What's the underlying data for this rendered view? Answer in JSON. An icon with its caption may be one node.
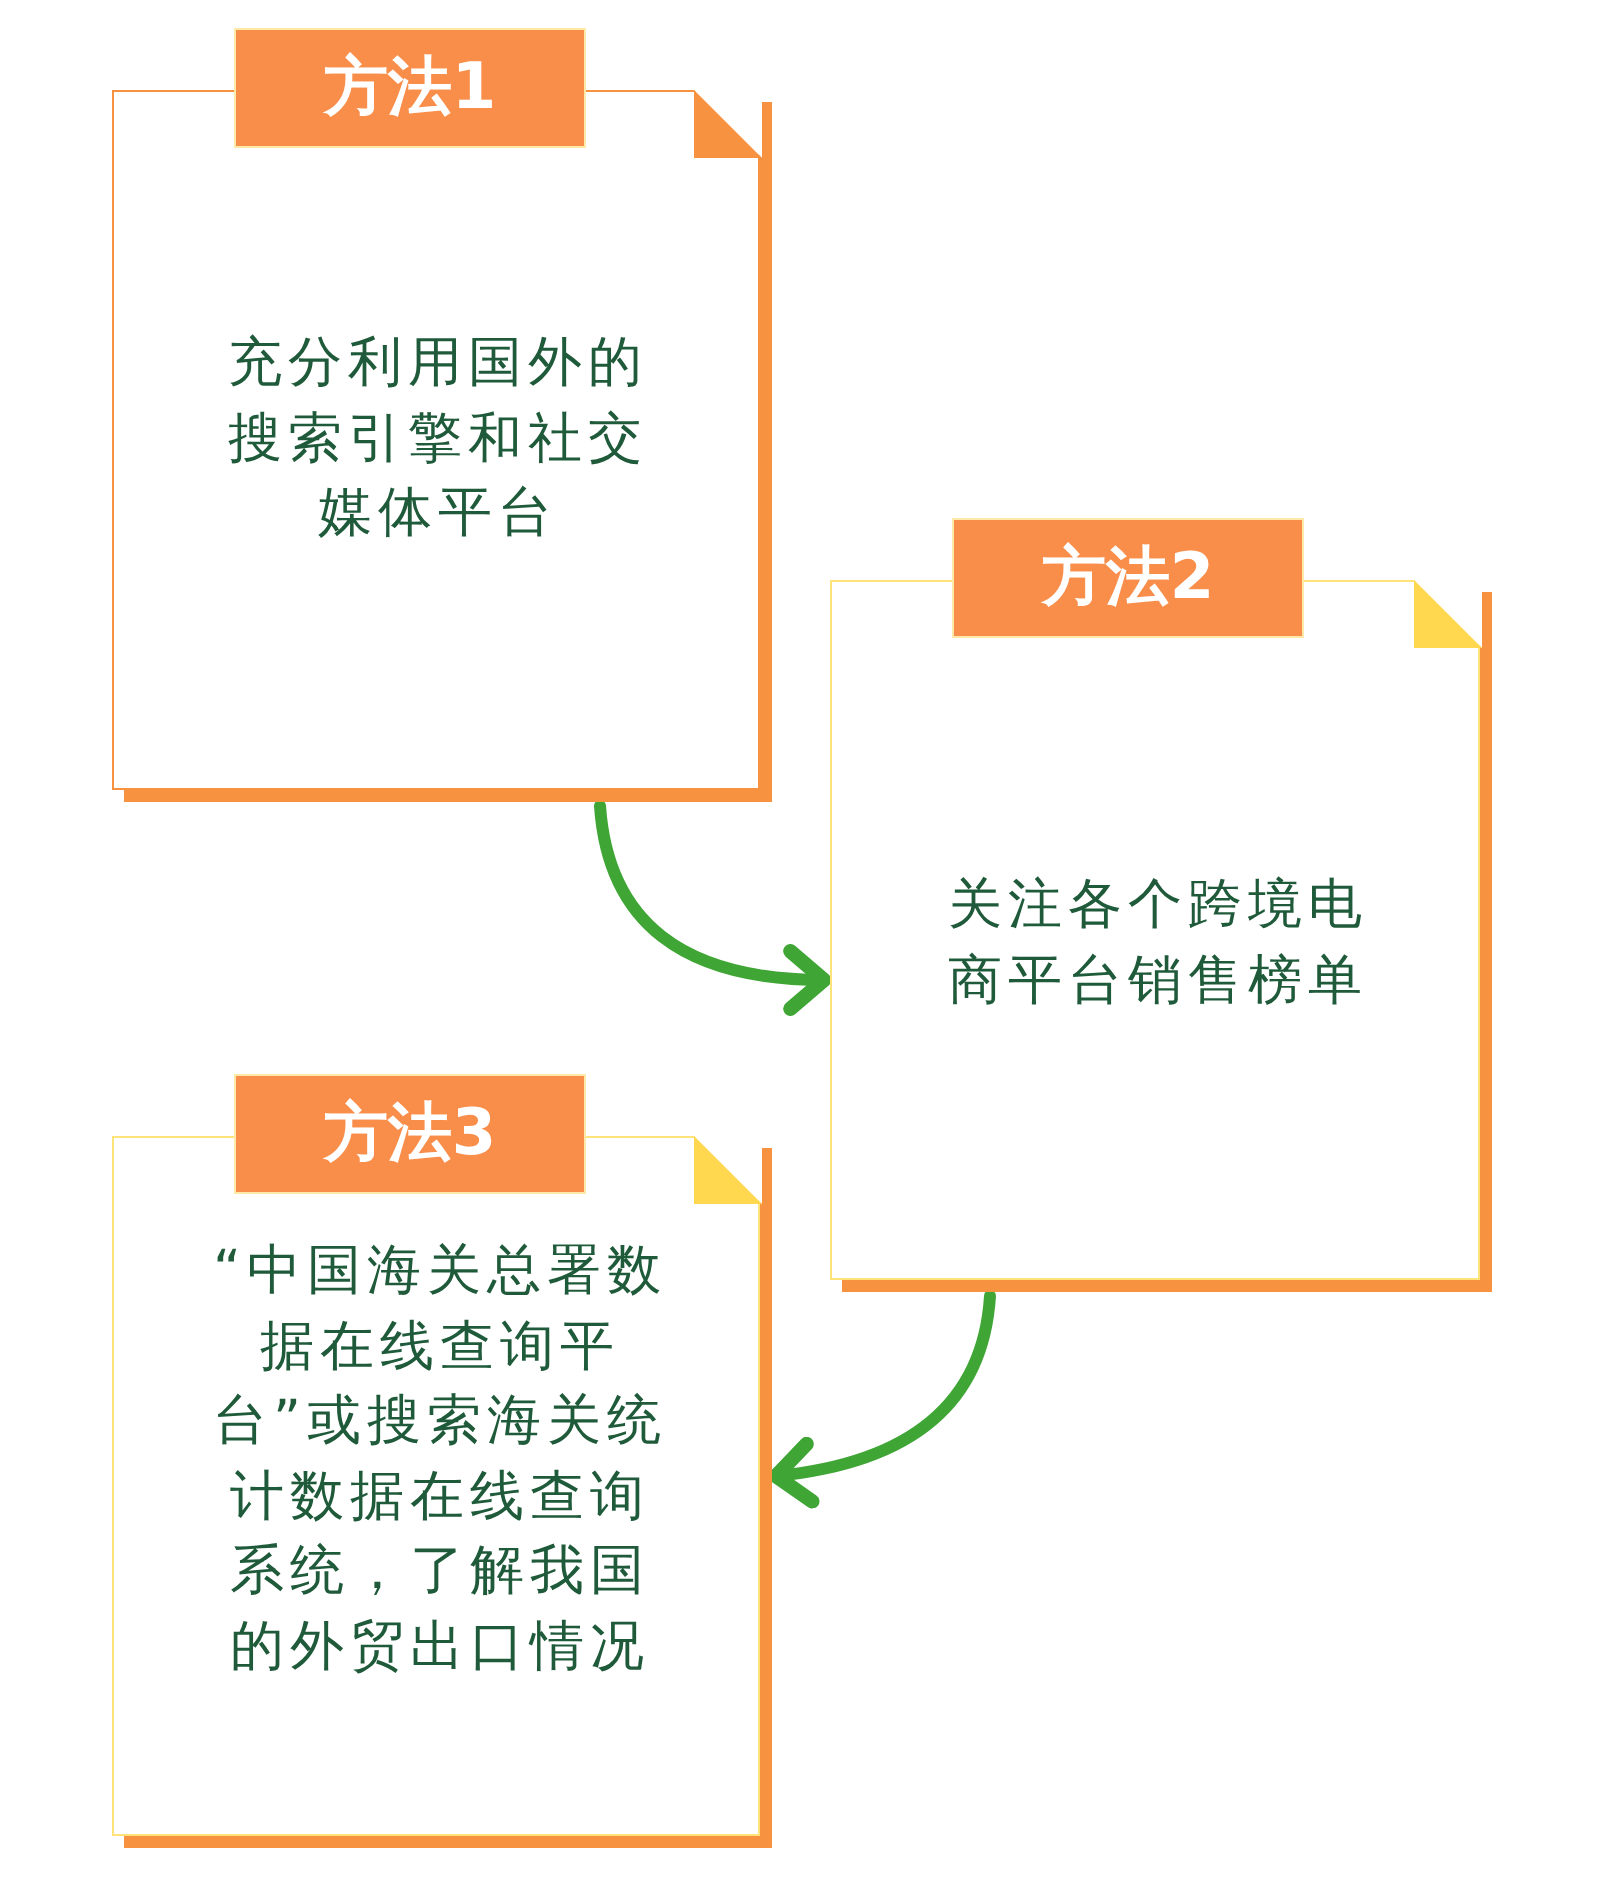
{
  "diagram": {
    "nodes": [
      {
        "text": [
          "方法1",
          "充分利用国外的搜索引擎和社交媒体平台"
        ]
      },
      {
        "text": [
          "方法2",
          "关注各个跨境电商平台销售榜单"
        ]
      },
      {
        "text": [
          "方法3",
          "“中国海关总署数据在线查询平台”或搜索海关统计数据在线查询系统，了解我国的外贸出口情况"
        ]
      }
    ],
    "edges": [
      {
        "from": 0,
        "to": 1,
        "arrow": "to"
      },
      {
        "from": 1,
        "to": 2,
        "arrow": "to"
      }
    ]
  }
}
